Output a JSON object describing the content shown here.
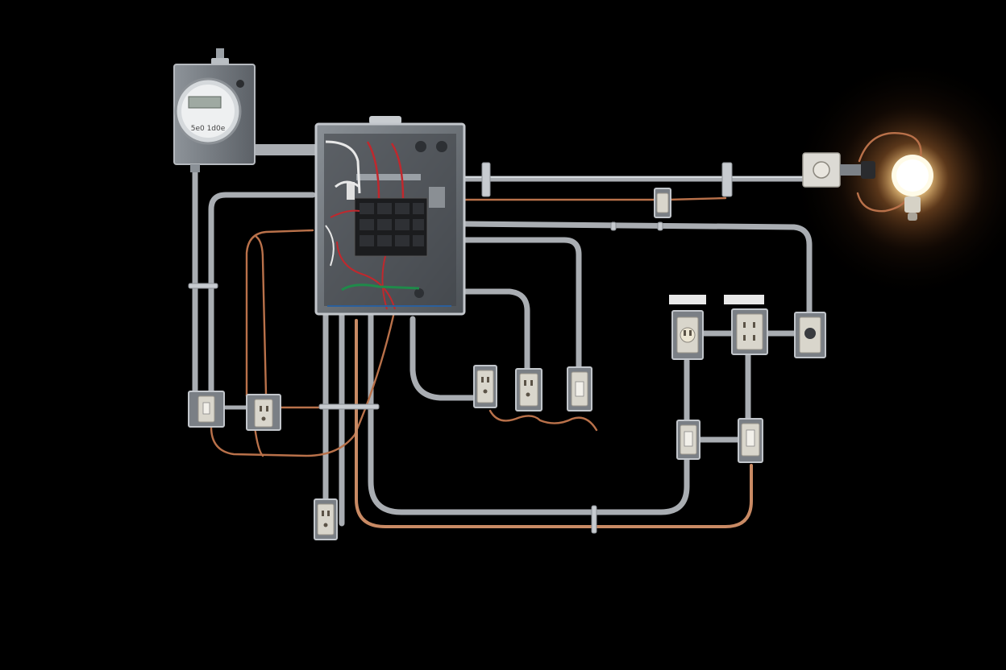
{
  "meter": {
    "dial_text": "5e0 1d0e",
    "icon": "electric-meter"
  },
  "panel": {
    "label_text": ""
  },
  "colors": {
    "background": "#000000",
    "conduit": "#a9adb2",
    "copper": "#b9714a",
    "bulb_glow": "#ffcf8a",
    "panel_body": "#6f757b",
    "hot_wire": "#c0282d",
    "neutral_wire": "#e8e8e8",
    "ground_wire": "#1f8a4a"
  },
  "devices": [
    {
      "name": "outlet",
      "icon": "receptacle"
    },
    {
      "name": "light-switch",
      "icon": "toggle-switch"
    },
    {
      "name": "bulb",
      "icon": "light-bulb",
      "state": "on"
    }
  ]
}
